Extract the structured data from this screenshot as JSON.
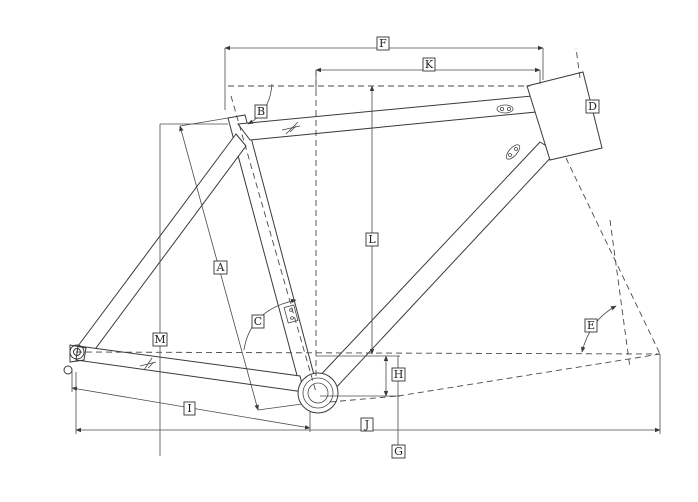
{
  "labels": {
    "A": "A",
    "B": "B",
    "C": "C",
    "D": "D",
    "E": "E",
    "F": "F",
    "G": "G",
    "H": "H",
    "I": "I",
    "J": "J",
    "K": "K",
    "L": "L",
    "M": "M"
  }
}
